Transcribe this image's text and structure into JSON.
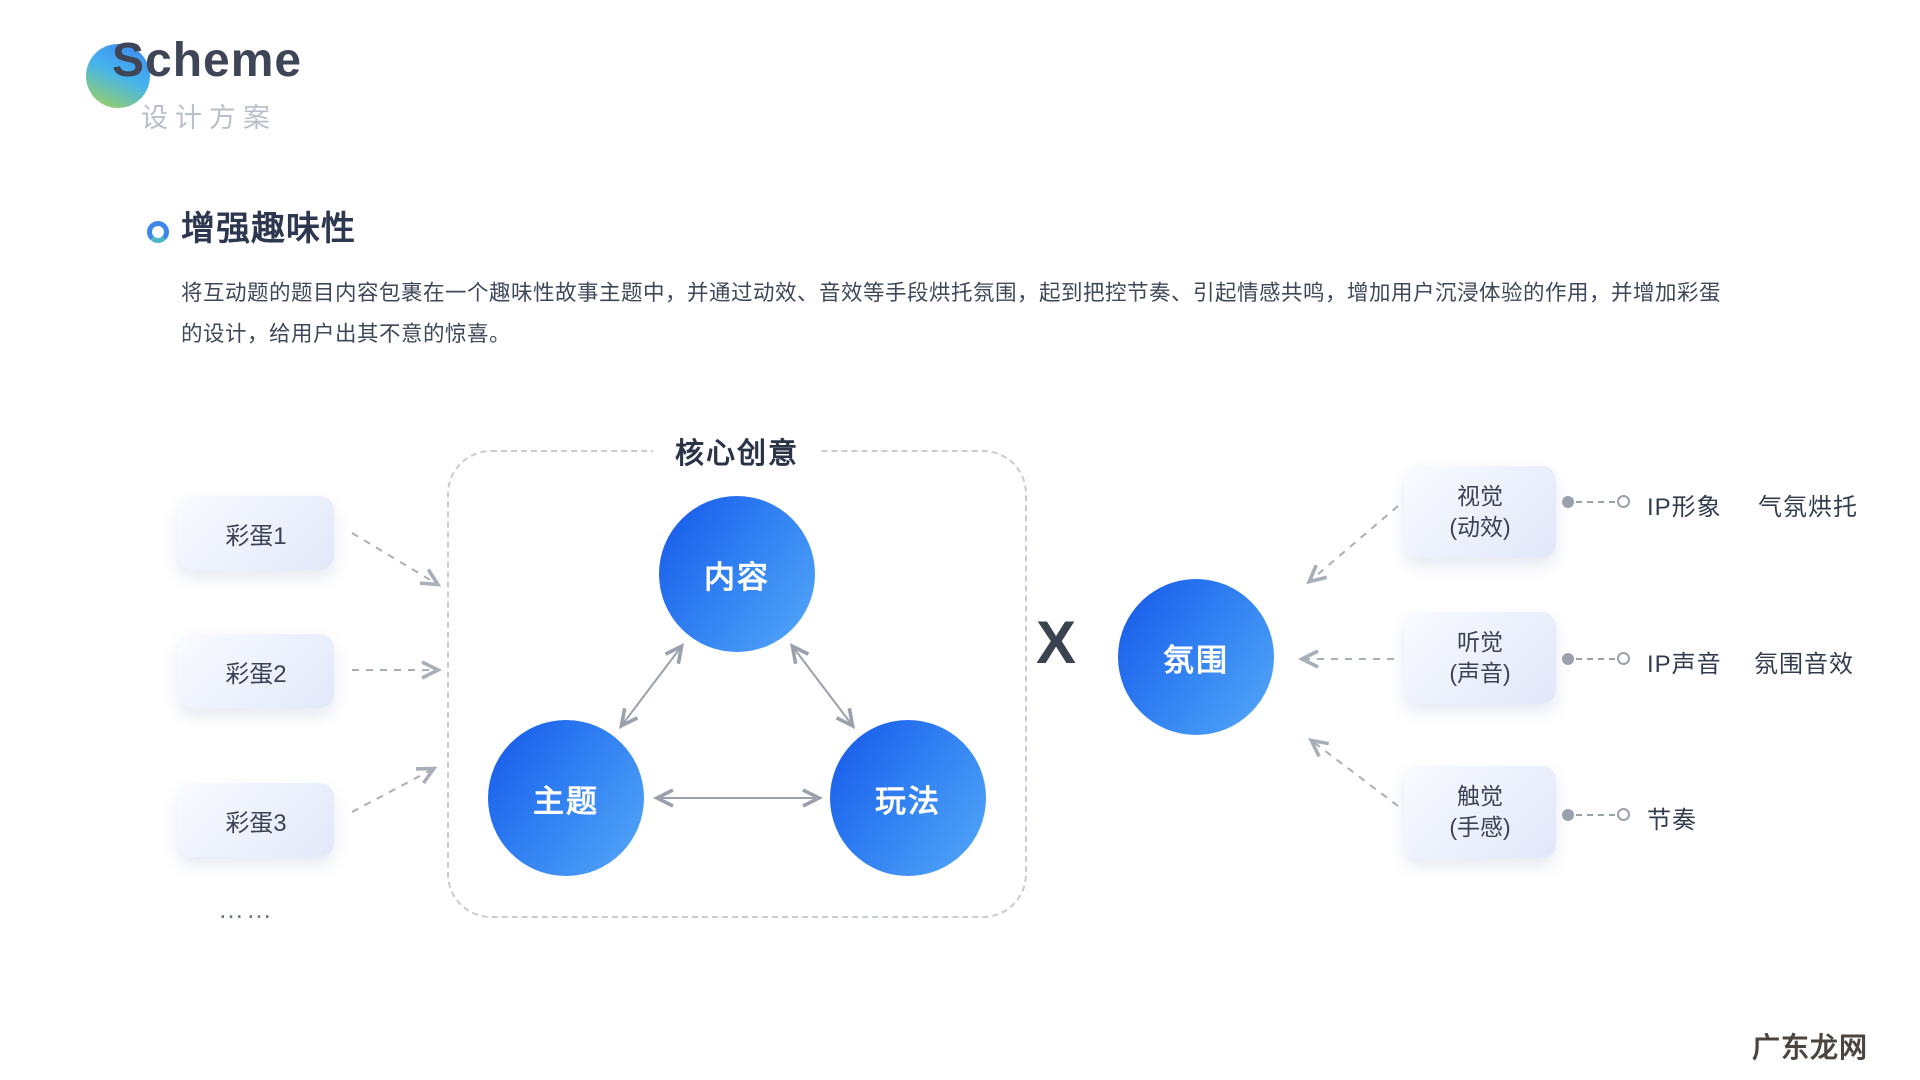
{
  "header": {
    "title": "Scheme",
    "subtitle": "设计方案"
  },
  "section": {
    "heading": "增强趣味性",
    "paragraph": "将互动题的题目内容包裹在一个趣味性故事主题中，并通过动效、音效等手段烘托氛围，起到把控节奏、引起情感共鸣，增加用户沉浸体验的作用，并增加彩蛋的设计，给用户出其不意的惊喜。"
  },
  "diagram": {
    "easter_eggs": [
      "彩蛋1",
      "彩蛋2",
      "彩蛋3"
    ],
    "more_dots": "……",
    "core_group_label": "核心创意",
    "core_nodes": [
      "内容",
      "主题",
      "玩法"
    ],
    "multiply_symbol": "X",
    "atmosphere_node": "氛围",
    "senses": [
      {
        "line1": "视觉",
        "line2": "(动效)",
        "labels": [
          "IP形象",
          "气氛烘托"
        ]
      },
      {
        "line1": "听觉",
        "line2": "(声音)",
        "labels": [
          "IP声音",
          "氛围音效"
        ]
      },
      {
        "line1": "触觉",
        "line2": "(手感)",
        "labels": [
          "节奏"
        ]
      }
    ]
  },
  "watermark": "广东龙网",
  "colors": {
    "node_blue_dark": "#1457e8",
    "node_blue_light": "#55a9f8",
    "box_fill_light": "#e2e8f9",
    "dashed_border": "#c7cbd4",
    "arrow_gray": "#9aa1ad",
    "title_dark": "#3e4557",
    "subtitle_gray": "#b9bfca",
    "logo_blue": "#2e82f2",
    "logo_green": "#93cc52"
  }
}
